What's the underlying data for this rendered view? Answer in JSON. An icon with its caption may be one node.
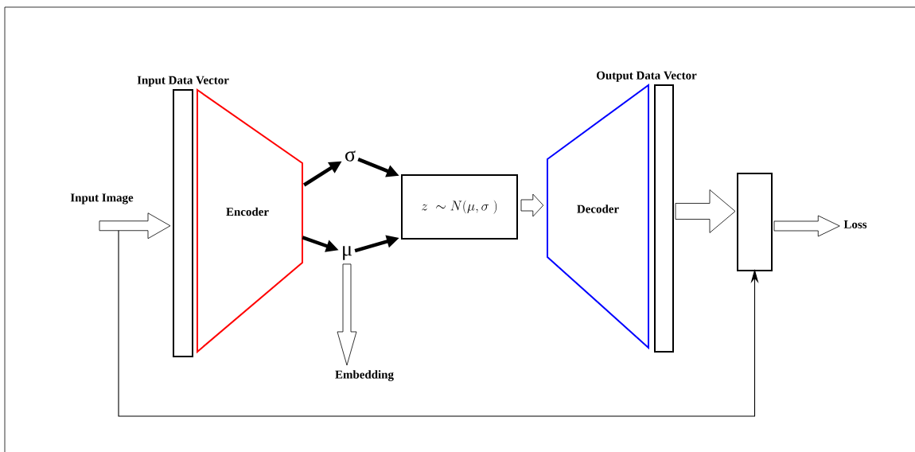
{
  "diagram": {
    "nodes": [
      {
        "text": [
          "Input Image"
        ]
      },
      {
        "text": [
          "Input Data Vector"
        ]
      },
      {
        "text": [
          "Encoder"
        ]
      },
      {
        "text": [
          "σ"
        ]
      },
      {
        "text": [
          "μ"
        ]
      },
      {
        "text": [
          "z \\ \\sim N(\\mu,\\sigma\\ )"
        ]
      },
      {
        "text": [
          "Decoder"
        ]
      },
      {
        "text": [
          "Output Data Vector"
        ]
      },
      {
        "text": [],
        "shape": "box"
      },
      {
        "text": [
          "Loss"
        ]
      },
      {
        "text": [
          "Embedding"
        ]
      }
    ],
    "edges": [
      {
        "from": 0,
        "to": 1,
        "arrow": "to"
      },
      {
        "from": 2,
        "to": 3,
        "arrow": "to"
      },
      {
        "from": 2,
        "to": 4,
        "arrow": "to"
      },
      {
        "from": 3,
        "to": 5,
        "arrow": "to"
      },
      {
        "from": 4,
        "to": 5,
        "arrow": "to"
      },
      {
        "from": 5,
        "to": 6,
        "arrow": "to"
      },
      {
        "from": 7,
        "to": 8,
        "arrow": "to"
      },
      {
        "from": 8,
        "to": 9,
        "arrow": "to"
      },
      {
        "from": 4,
        "to": 10,
        "arrow": "to"
      },
      {
        "from": 0,
        "to": 8,
        "arrow": "to"
      }
    ]
  }
}
